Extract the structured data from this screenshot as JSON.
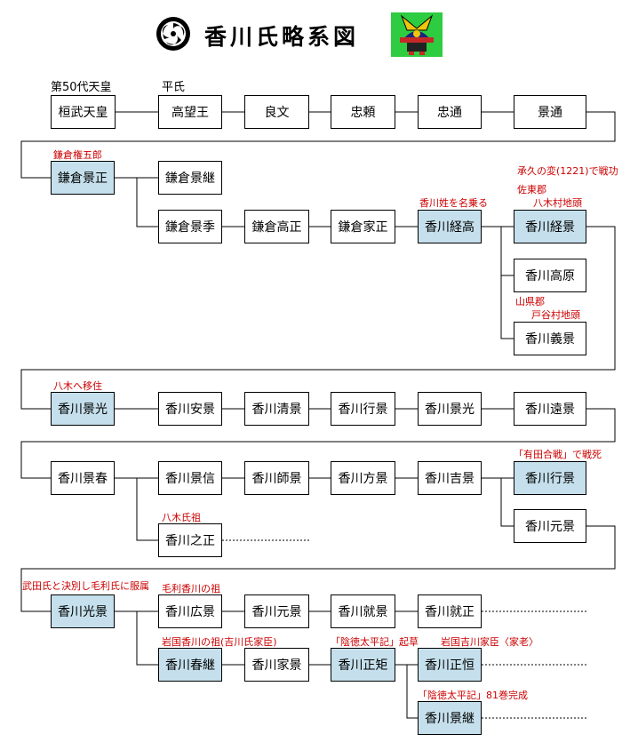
{
  "title": "香川氏略系図",
  "icons": {
    "crest": "mitsudomoe-crest-icon",
    "helmet": "samurai-kabuto-icon"
  },
  "colors": {
    "highlight": "#c5e0ec",
    "note": "#cc0000",
    "line": "#000000"
  },
  "nodes": {
    "kanmu": "桓武天皇",
    "takamochi": "高望王",
    "yoshifumi": "良文",
    "tadayori": "忠頼",
    "tadamichi": "忠通",
    "kagemichi": "景通",
    "kagemasa": "鎌倉景正",
    "kagetsugu": "鎌倉景継",
    "kagesue": "鎌倉景季",
    "takamasa": "鎌倉高正",
    "iemasa": "鎌倉家正",
    "tsunetaka": "香川経高",
    "tsunekage": "香川経景",
    "takahara": "香川高原",
    "yoshikage": "香川義景",
    "kagemitsu1": "香川景光",
    "yasukage": "香川安景",
    "kiyokage": "香川清景",
    "yukikage1": "香川行景",
    "kagemitsu2": "香川景光",
    "tookage": "香川遠景",
    "kageharu": "香川景春",
    "kagenobu": "香川景信",
    "morokage": "香川師景",
    "katakage": "香川方景",
    "yoshikage2": "香川吉景",
    "yukikage2": "香川行景",
    "koremasa": "香川之正",
    "motokage": "香川元景",
    "mitsukage": "香川光景",
    "hirokage": "香川広景",
    "motokage2": "香川元景",
    "narikage": "香川就景",
    "narimasa": "香川就正",
    "harutsugu": "香川春継",
    "iekage": "香川家景",
    "masanori": "香川正矩",
    "masatsune": "香川正恒",
    "kagetsugu2": "香川景継"
  },
  "notes": {
    "emperor50": "第50代天皇",
    "heishi": "平氏",
    "gongoro": "鎌倉権五郎",
    "kagawa_name": "香川姓を名乗る",
    "jokyu": "承久の変(1221)で戦功",
    "sato_county": "佐東郡",
    "yagi_jito": "八木村地頭",
    "yamagata_county": "山県郡",
    "todani_jito": "戸谷村地頭",
    "yagi_move": "八木へ移住",
    "arita_battle": "「有田合戦」で戦死",
    "yagi_founder": "八木氏祖",
    "takeda_mori": "武田氏と決別し毛利氏に服属",
    "mori_kagawa": "毛利香川の祖",
    "iwakuni_kagawa": "岩国香川の祖(吉川氏家臣)",
    "intoku_draft": "「陰徳太平記」起草",
    "iwakuni_karo": "岩国吉川家臣〈家老〉",
    "intoku_complete": "「陰徳太平記」81巻完成"
  }
}
